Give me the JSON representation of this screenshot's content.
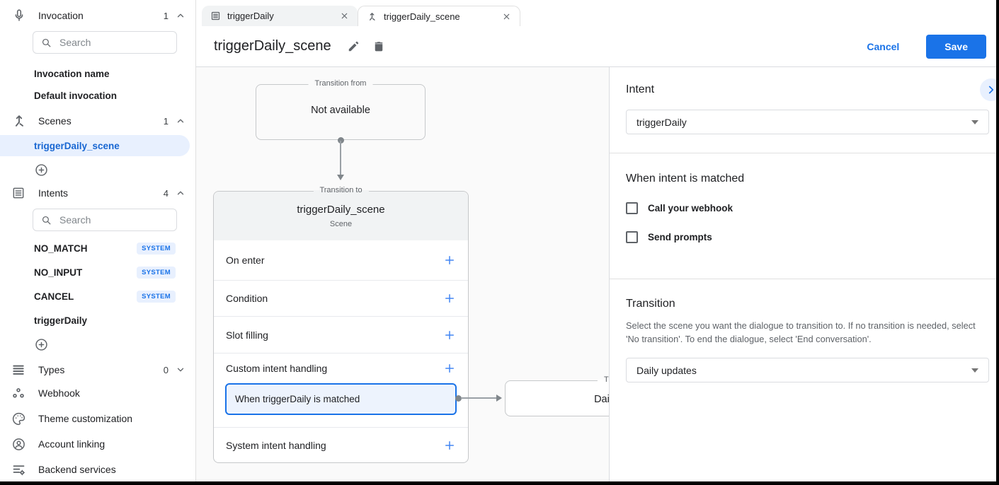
{
  "colors": {
    "accent": "#1a73e8",
    "selected_bg": "#e8f0fe",
    "canvas_bg": "#fafafa",
    "card_header_bg": "#f1f3f4",
    "border": "#dadce0",
    "text": "#202124",
    "muted": "#5f6368"
  },
  "sidebar": {
    "invocation": {
      "label": "Invocation",
      "count": "1",
      "chevron": "up",
      "search_placeholder": "Search",
      "items": [
        {
          "label": "Invocation name"
        },
        {
          "label": "Default invocation"
        }
      ]
    },
    "scenes": {
      "label": "Scenes",
      "count": "1",
      "chevron": "up",
      "items": [
        {
          "label": "triggerDaily_scene",
          "selected": true
        }
      ]
    },
    "intents": {
      "label": "Intents",
      "count": "4",
      "chevron": "up",
      "search_placeholder": "Search",
      "items": [
        {
          "label": "NO_MATCH",
          "badge": "SYSTEM"
        },
        {
          "label": "NO_INPUT",
          "badge": "SYSTEM"
        },
        {
          "label": "CANCEL",
          "badge": "SYSTEM"
        },
        {
          "label": "triggerDaily",
          "badge": ""
        }
      ]
    },
    "types": {
      "label": "Types",
      "count": "0",
      "chevron": "down"
    },
    "nav": [
      {
        "label": "Webhook"
      },
      {
        "label": "Theme customization"
      },
      {
        "label": "Account linking"
      },
      {
        "label": "Backend services"
      }
    ]
  },
  "tabs": [
    {
      "label": "triggerDaily",
      "icon": "intent-icon",
      "active": false
    },
    {
      "label": "triggerDaily_scene",
      "icon": "scene-icon",
      "active": true
    }
  ],
  "header": {
    "title": "triggerDaily_scene",
    "cancel_label": "Cancel",
    "save_label": "Save"
  },
  "canvas": {
    "transition_from": {
      "legend": "Transition from",
      "body": "Not available"
    },
    "scene_card": {
      "legend": "Transition to",
      "title": "triggerDaily_scene",
      "subtitle": "Scene",
      "rows": [
        {
          "label": "On enter"
        },
        {
          "label": "Condition"
        },
        {
          "label": "Slot filling"
        },
        {
          "label": "Custom intent handling"
        },
        {
          "label": "System intent handling"
        }
      ],
      "intent_handler": "When triggerDaily is matched"
    },
    "target_card": {
      "legend": "Transition to",
      "body": "Daily updates"
    }
  },
  "panel": {
    "intent": {
      "heading": "Intent",
      "value": "triggerDaily"
    },
    "matched": {
      "heading": "When intent is matched",
      "checkboxes": [
        {
          "label": "Call your webhook",
          "checked": false
        },
        {
          "label": "Send prompts",
          "checked": false
        }
      ]
    },
    "transition": {
      "heading": "Transition",
      "description": "Select the scene you want the dialogue to transition to. If no transition is needed, select 'No transition'. To end the dialogue, select 'End conversation'.",
      "value": "Daily updates"
    }
  }
}
